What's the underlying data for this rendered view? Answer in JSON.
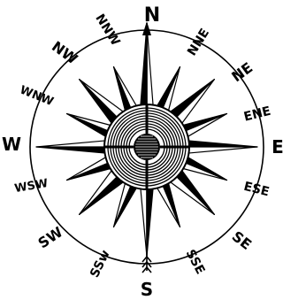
{
  "compass": {
    "north": "N",
    "north_north_east": "NNE",
    "north_east": "NE",
    "east_north_east": "ENE",
    "east": "E",
    "east_south_east": "ESE",
    "south_east": "SE",
    "south_south_east": "SSE",
    "south": "S",
    "south_south_west": "SSw",
    "south_west": "SW",
    "west_south_west": "WSW",
    "west": "W",
    "west_north_west": "WNW",
    "north_west": "NW",
    "north_north_west": "NNW"
  },
  "colors": {
    "ink": "#000000",
    "paper": "#ffffff"
  }
}
